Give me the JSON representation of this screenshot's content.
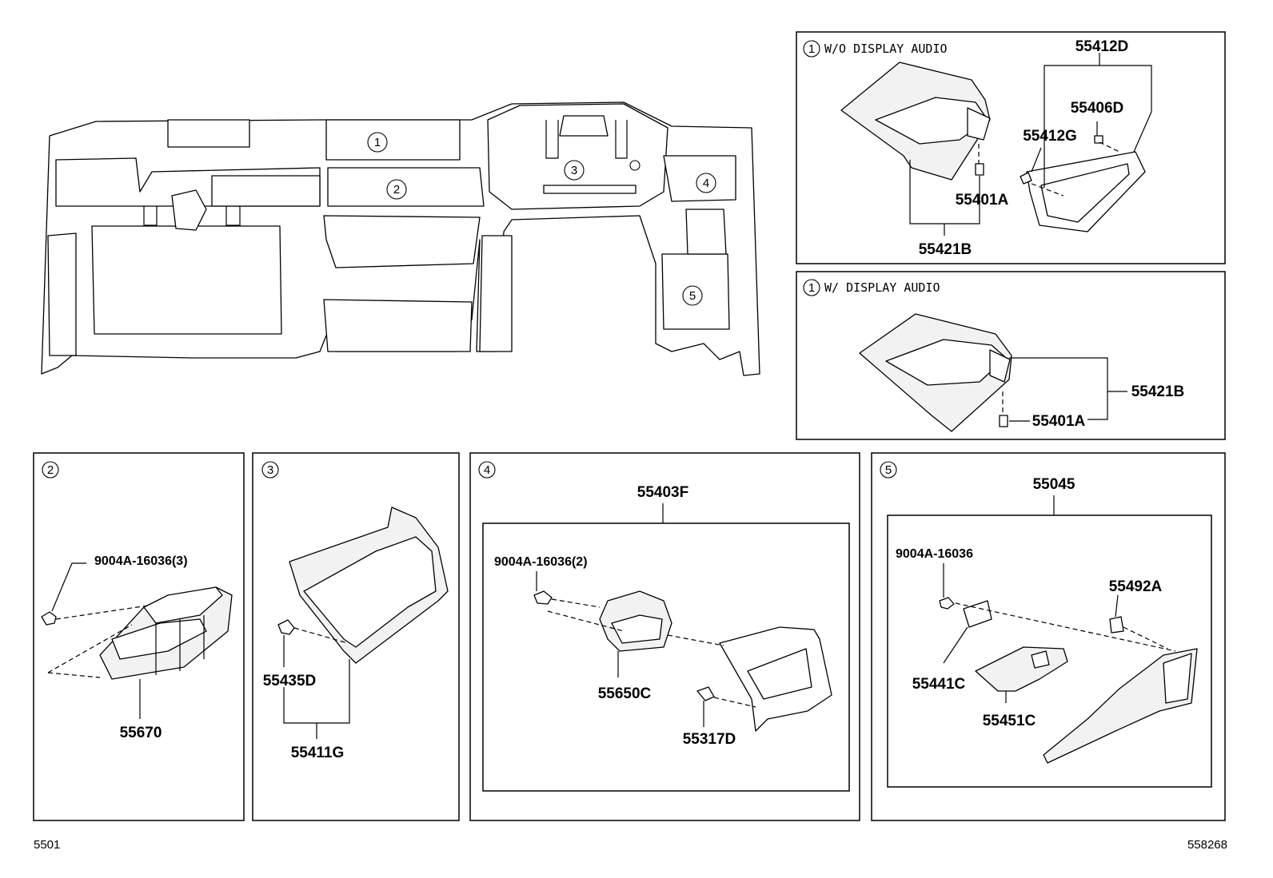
{
  "figure": {
    "page_code": "5501",
    "figure_code": "558268"
  },
  "main_view": {
    "callouts": [
      "1",
      "2",
      "3",
      "4",
      "5"
    ]
  },
  "panel_1a": {
    "num": "1",
    "caption": "W/O DISPLAY AUDIO",
    "parts": [
      "55412D",
      "55406D",
      "55412G",
      "55401A",
      "55421B"
    ]
  },
  "panel_1b": {
    "num": "1",
    "caption": "W/ DISPLAY AUDIO",
    "parts": [
      "55421B",
      "55401A"
    ]
  },
  "panel_2": {
    "num": "2",
    "parts": [
      "9004A-16036(3)",
      "55670"
    ]
  },
  "panel_3": {
    "num": "3",
    "parts": [
      "55435D",
      "55411G"
    ]
  },
  "panel_4": {
    "num": "4",
    "assembly": "55403F",
    "parts": [
      "9004A-16036(2)",
      "55650C",
      "55317D"
    ]
  },
  "panel_5": {
    "num": "5",
    "assembly": "55045",
    "parts": [
      "9004A-16036",
      "55492A",
      "55441C",
      "55451C"
    ]
  }
}
